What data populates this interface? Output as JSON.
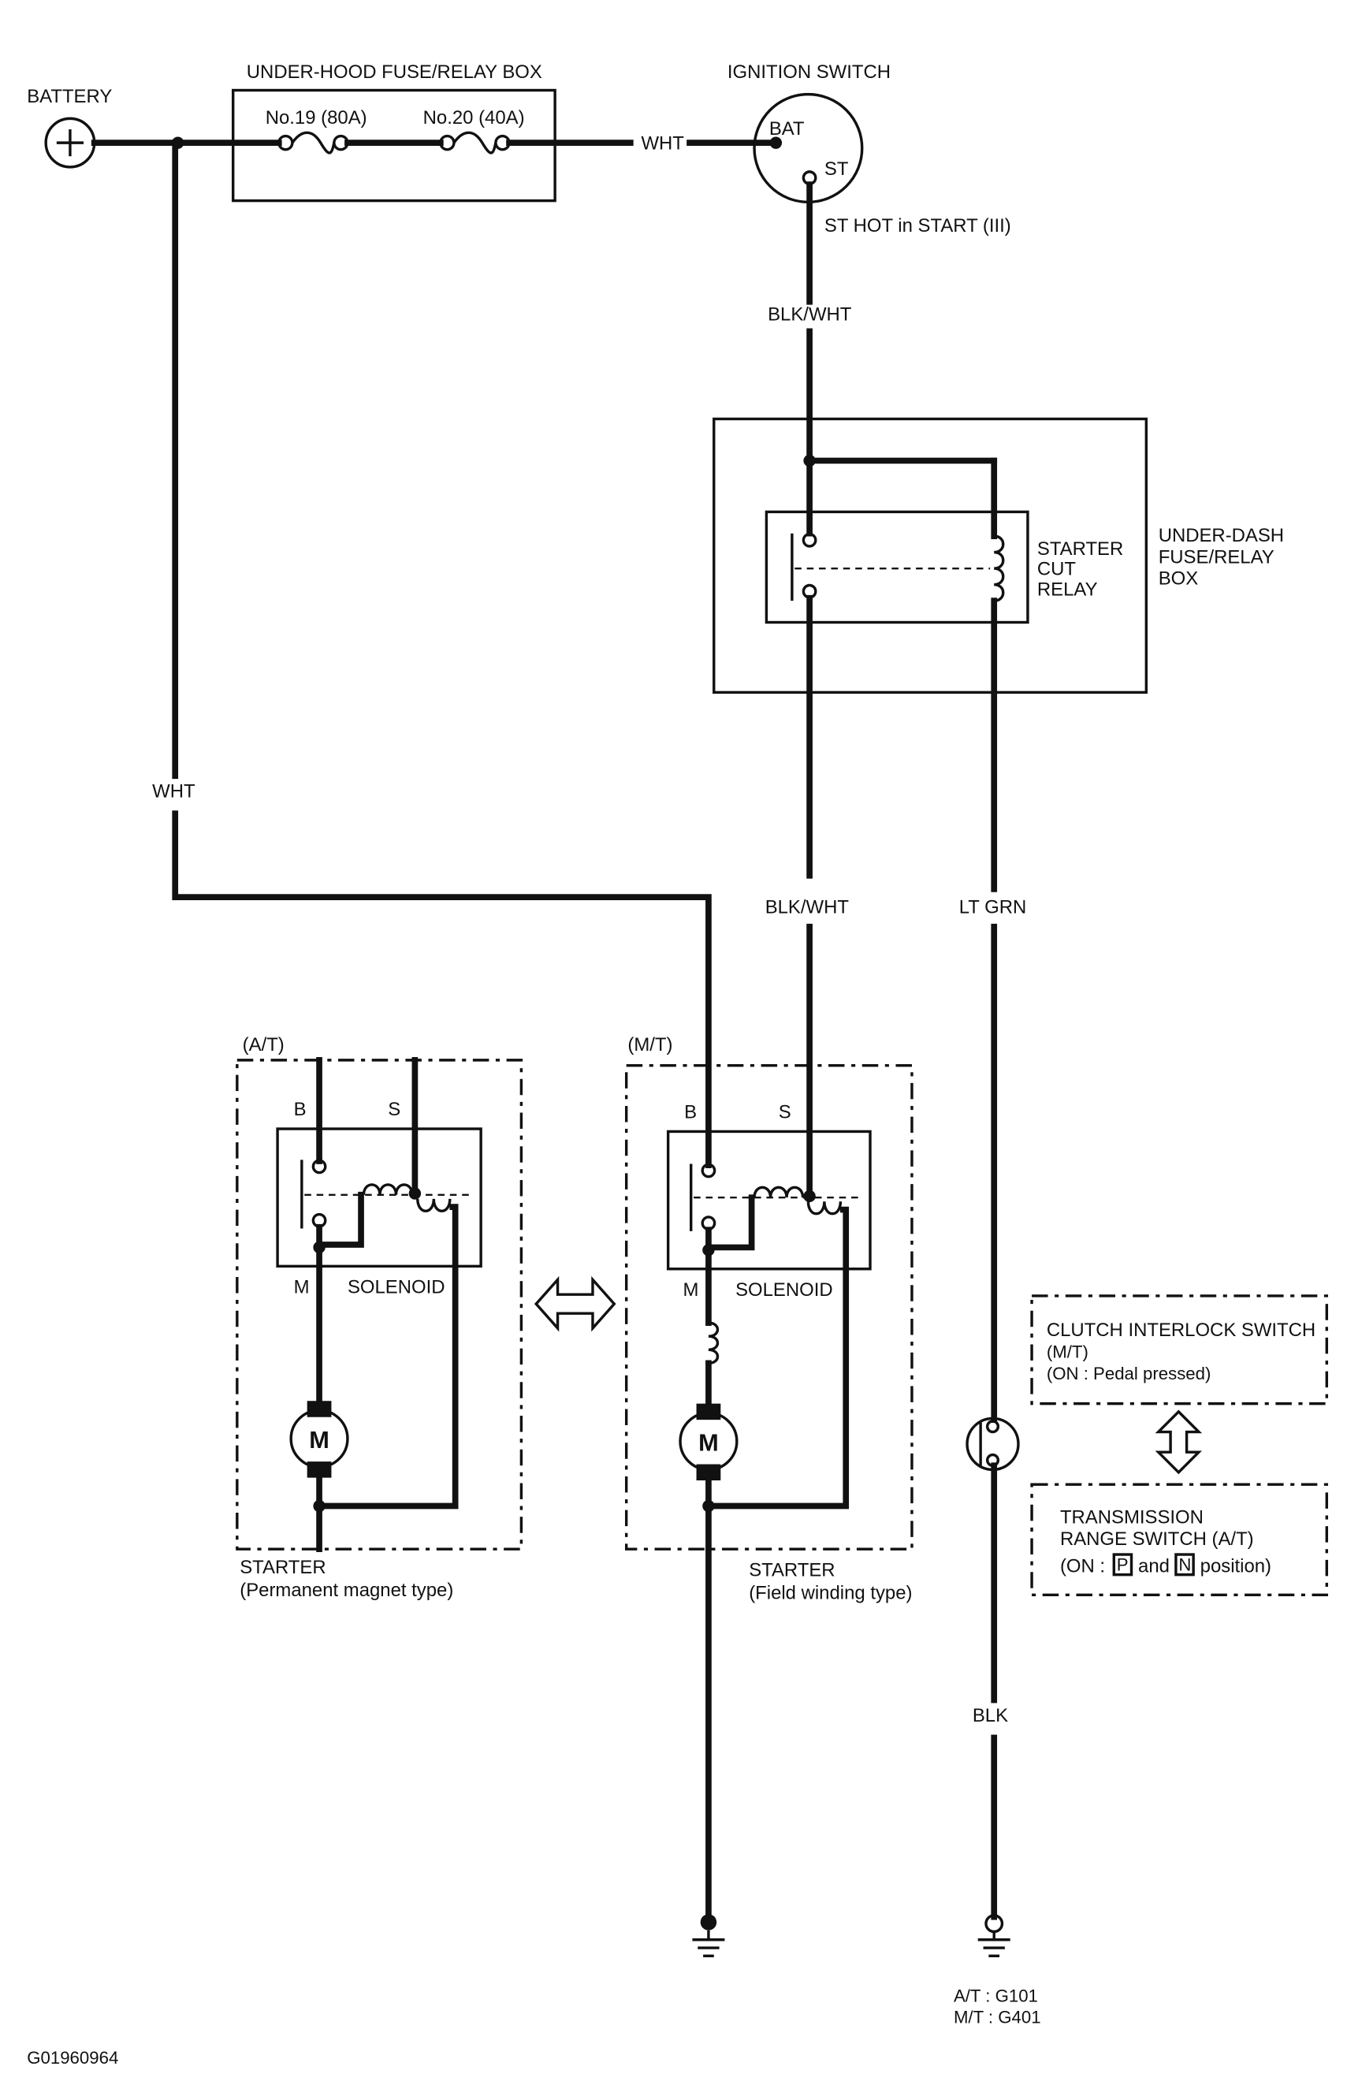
{
  "labels": {
    "battery": "BATTERY",
    "underhood_box": "UNDER-HOOD FUSE/RELAY BOX",
    "fuse19": "No.19 (80A)",
    "fuse20": "No.20 (40A)",
    "ignition_switch": "IGNITION SWITCH",
    "bat_terminal": "BAT",
    "st_terminal": "ST",
    "st_hot": "ST HOT in START (III)",
    "wire_wht_top": "WHT",
    "wire_blkwht_top": "BLK/WHT",
    "starter_cut_relay_1": "STARTER",
    "starter_cut_relay_2": "CUT",
    "starter_cut_relay_3": "RELAY",
    "underdash_box_1": "UNDER-DASH",
    "underdash_box_2": "FUSE/RELAY",
    "underdash_box_3": "BOX",
    "wire_wht_left": "WHT",
    "wire_blkwht_mid": "BLK/WHT",
    "wire_ltgrn": "LT GRN",
    "at_tag": "(A/T)",
    "mt_tag": "(M/T)",
    "term_b": "B",
    "term_s": "S",
    "term_m": "M",
    "solenoid": "SOLENOID",
    "motor": "M",
    "starter_at_1": "STARTER",
    "starter_at_2": "(Permanent magnet type)",
    "starter_mt_1": "STARTER",
    "starter_mt_2": "(Field winding type)",
    "clutch_1": "CLUTCH INTERLOCK SWITCH",
    "clutch_2": "(M/T)",
    "clutch_3": "(ON : Pedal pressed)",
    "trans_1": "TRANSMISSION",
    "trans_2": "RANGE SWITCH (A/T)",
    "trans_3a": "(ON :",
    "trans_p": "P",
    "trans_and": "and",
    "trans_n": "N",
    "trans_3b": "position)",
    "wire_blk": "BLK",
    "ground_at": "A/T : G101",
    "ground_mt": "M/T : G401",
    "figure_id": "G01960964"
  },
  "colors": {
    "ink": "#111111",
    "background": "#ffffff"
  }
}
